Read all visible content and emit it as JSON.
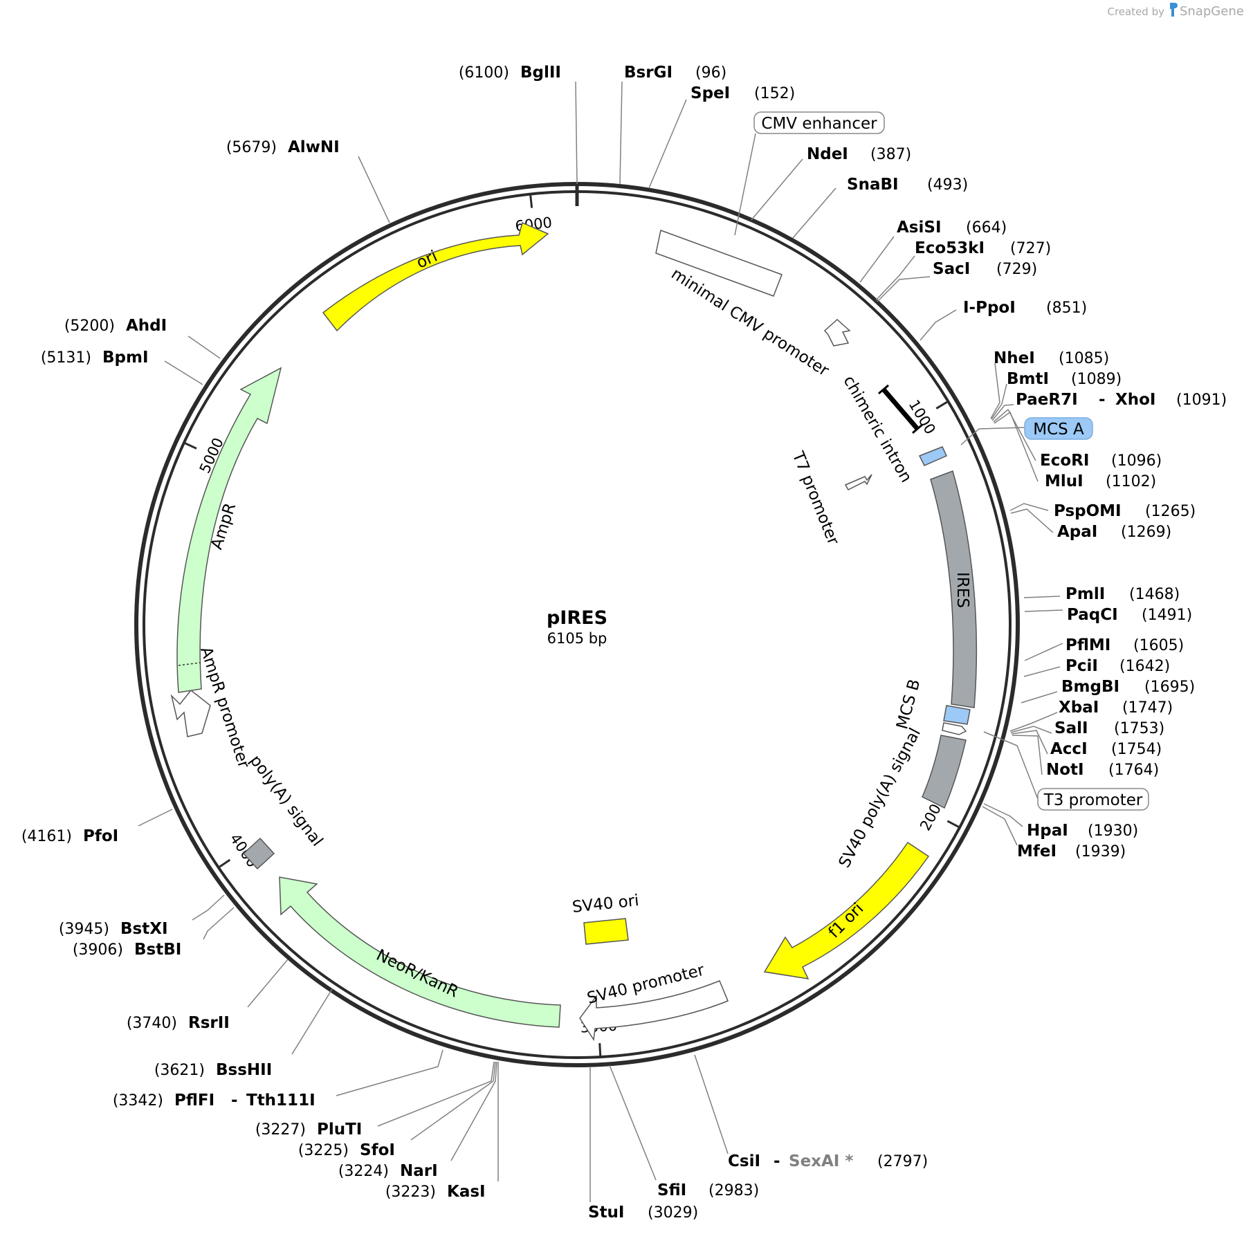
{
  "app": {
    "credit_text": "Created by",
    "brand": "SnapGene"
  },
  "plasmid": {
    "name": "pIRES",
    "size_label": "6105 bp",
    "length_bp": 6105
  },
  "ticks": [
    {
      "bp": 1000,
      "label": "1000"
    },
    {
      "bp": 2000,
      "label": "2000"
    },
    {
      "bp": 3000,
      "label": "3000"
    },
    {
      "bp": 4000,
      "label": "4000"
    },
    {
      "bp": 5000,
      "label": "5000"
    },
    {
      "bp": 6000,
      "label": "6000"
    }
  ],
  "features": [
    {
      "id": "cmv-enhancer",
      "label": "CMV enhancer",
      "type": "boxed-label",
      "color": "#ffffff"
    },
    {
      "id": "minimal-cmv-promoter",
      "label": "minimal CMV promoter",
      "type": "arrow-box",
      "color": "#ffffff"
    },
    {
      "id": "chimeric-intron",
      "label": "chimeric intron",
      "type": "bar",
      "color": "#000000"
    },
    {
      "id": "mcs-a",
      "label": "MCS A",
      "type": "highlight-label",
      "color": "#9cc9f5"
    },
    {
      "id": "t7-promoter",
      "label": "T7 promoter",
      "type": "small-arrow",
      "color": "#ffffff"
    },
    {
      "id": "ires",
      "label": "IRES",
      "type": "box",
      "color": "#a3a8ad"
    },
    {
      "id": "mcs-b",
      "label": "MCS B",
      "type": "box",
      "color": "#9cc9f5"
    },
    {
      "id": "t3-promoter",
      "label": "T3 promoter",
      "type": "boxed-label",
      "color": "#ffffff"
    },
    {
      "id": "sv40-polya-signal",
      "label": "SV40 poly(A) signal",
      "type": "box",
      "color": "#a3a8ad"
    },
    {
      "id": "f1-ori",
      "label": "f1 ori",
      "type": "arrow",
      "color": "#ffff00"
    },
    {
      "id": "sv40-promoter",
      "label": "SV40 promoter",
      "type": "arrow",
      "color": "#ffffff"
    },
    {
      "id": "sv40-ori",
      "label": "SV40 ori",
      "type": "box",
      "color": "#ffff00"
    },
    {
      "id": "neor-kanr",
      "label": "NeoR/KanR",
      "type": "arrow",
      "color": "#ccffcc"
    },
    {
      "id": "polya-signal",
      "label": "poly(A) signal",
      "type": "box",
      "color": "#a3a8ad"
    },
    {
      "id": "ampr-promoter",
      "label": "AmpR promoter",
      "type": "arrow",
      "color": "#ffffff"
    },
    {
      "id": "ampr",
      "label": "AmpR",
      "type": "arrow",
      "color": "#ccffcc"
    },
    {
      "id": "ori",
      "label": "ori",
      "type": "arrow",
      "color": "#ffff00"
    }
  ],
  "sites": [
    {
      "name": "BglII",
      "pos": "(6100)"
    },
    {
      "name": "BsrGI",
      "pos": "(96)"
    },
    {
      "name": "SpeI",
      "pos": "(152)"
    },
    {
      "name": "NdeI",
      "pos": "(387)"
    },
    {
      "name": "SnaBI",
      "pos": "(493)"
    },
    {
      "name": "AsiSI",
      "pos": "(664)"
    },
    {
      "name": "Eco53kI",
      "pos": "(727)"
    },
    {
      "name": "SacI",
      "pos": "(729)"
    },
    {
      "name": "I-PpoI",
      "pos": "(851)"
    },
    {
      "name": "NheI",
      "pos": "(1085)"
    },
    {
      "name": "BmtI",
      "pos": "(1089)"
    },
    {
      "name": "PaeR7I",
      "name2": "XhoI",
      "pos": "(1091)"
    },
    {
      "name": "EcoRI",
      "pos": "(1096)"
    },
    {
      "name": "MluI",
      "pos": "(1102)"
    },
    {
      "name": "PspOMI",
      "pos": "(1265)"
    },
    {
      "name": "ApaI",
      "pos": "(1269)"
    },
    {
      "name": "PmlI",
      "pos": "(1468)"
    },
    {
      "name": "PaqCI",
      "pos": "(1491)"
    },
    {
      "name": "PflMI",
      "pos": "(1605)"
    },
    {
      "name": "PciI",
      "pos": "(1642)"
    },
    {
      "name": "BmgBI",
      "pos": "(1695)"
    },
    {
      "name": "XbaI",
      "pos": "(1747)"
    },
    {
      "name": "SalI",
      "pos": "(1753)"
    },
    {
      "name": "AccI",
      "pos": "(1754)"
    },
    {
      "name": "NotI",
      "pos": "(1764)"
    },
    {
      "name": "HpaI",
      "pos": "(1930)"
    },
    {
      "name": "MfeI",
      "pos": "(1939)"
    },
    {
      "name": "CsiI",
      "name2": "SexAI *",
      "pos": "(2797)"
    },
    {
      "name": "SfiI",
      "pos": "(2983)"
    },
    {
      "name": "StuI",
      "pos": "(3029)"
    },
    {
      "name": "KasI",
      "pos": "(3223)"
    },
    {
      "name": "NarI",
      "pos": "(3224)"
    },
    {
      "name": "SfoI",
      "pos": "(3225)"
    },
    {
      "name": "PluTI",
      "pos": "(3227)"
    },
    {
      "name": "PflFI",
      "name2": "Tth111I",
      "pos": "(3342)"
    },
    {
      "name": "BssHII",
      "pos": "(3621)"
    },
    {
      "name": "RsrII",
      "pos": "(3740)"
    },
    {
      "name": "BstBI",
      "pos": "(3906)"
    },
    {
      "name": "BstXI",
      "pos": "(3945)"
    },
    {
      "name": "PfoI",
      "pos": "(4161)"
    },
    {
      "name": "BpmI",
      "pos": "(5131)"
    },
    {
      "name": "AhdI",
      "pos": "(5200)"
    },
    {
      "name": "AlwNI",
      "pos": "(5679)"
    }
  ],
  "colors": {
    "backbone": "#2b2b2b",
    "leader": "#808080",
    "disabled_site": "#808080",
    "brand": "#3a8fd6"
  }
}
